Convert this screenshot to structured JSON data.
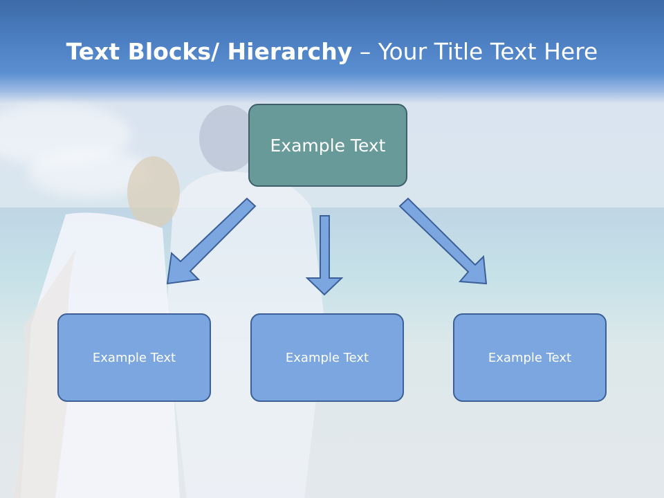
{
  "slide": {
    "title_bold": "Text Blocks/ Hierarchy",
    "title_dash": " – ",
    "title_rest": "Your Title Text Here"
  },
  "hierarchy": {
    "top_label": "Example Text",
    "children": [
      {
        "label": "Example Text"
      },
      {
        "label": "Example Text"
      },
      {
        "label": "Example Text"
      }
    ]
  },
  "colors": {
    "header": "#4a7dc0",
    "top_box": "#679a99",
    "child_box": "#7ba6df",
    "arrow_fill": "#7ba6df",
    "arrow_stroke": "#3b5f96"
  }
}
